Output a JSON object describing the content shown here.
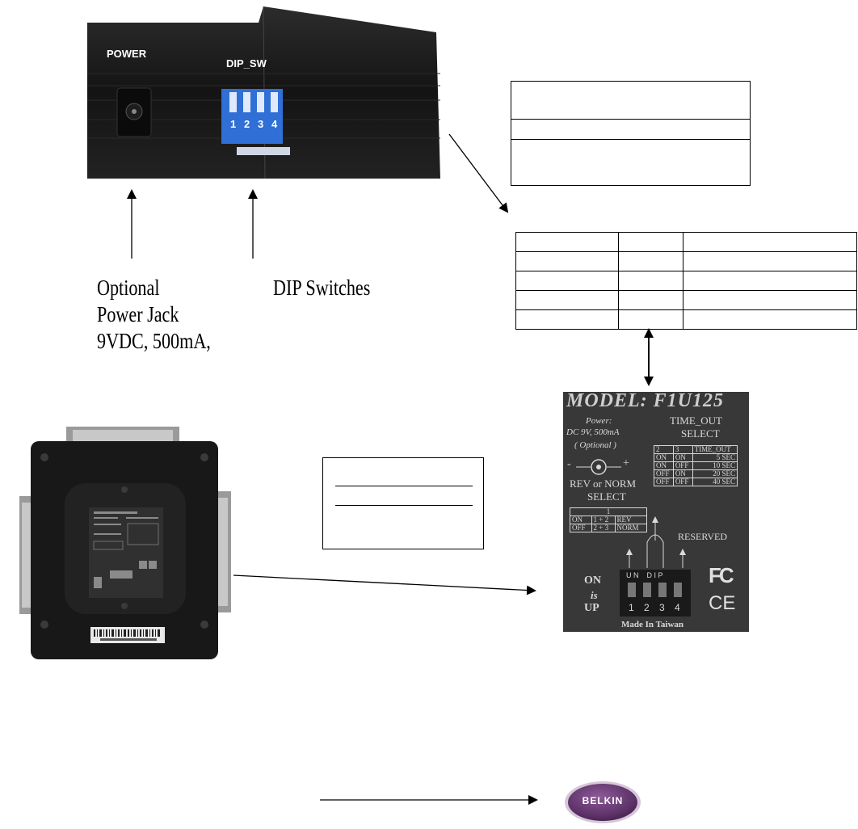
{
  "side_photo": {
    "power_label": "POWER",
    "dip_label": "DIP_SW",
    "switch_numbers": [
      "1",
      "2",
      "3",
      "4"
    ]
  },
  "captions": {
    "power_jack": [
      "Optional",
      "Power Jack",
      "9VDC, 500mA,"
    ],
    "dip_switches": "DIP Switches"
  },
  "label_photo": {
    "model": "MODEL: F1U125",
    "power_title": "Power:",
    "power_spec": "DC 9V, 500mA",
    "optional": "( Optional )",
    "minus": "-",
    "plus": "+",
    "rev_norm": "REV or NORM",
    "select_left": "SELECT",
    "rev_norm_table": {
      "header": "1",
      "rows": [
        [
          "ON",
          "1 + 2",
          "REV"
        ],
        [
          "OFF",
          "2 + 3",
          "NORM"
        ]
      ]
    },
    "time_out": "TIME_OUT",
    "select_right": "SELECT",
    "timeout_table": {
      "header": [
        "2",
        "3",
        "TIME_OUT"
      ],
      "rows": [
        [
          "ON",
          "ON",
          "5 SEC"
        ],
        [
          "ON",
          "OFF",
          "10 SEC"
        ],
        [
          "OFF",
          "ON",
          "20 SEC"
        ],
        [
          "OFF",
          "OFF",
          "40 SEC"
        ]
      ]
    },
    "reserved": "RESERVED",
    "on_is_up": [
      "ON",
      "is",
      "UP"
    ],
    "dip_header": "U N    D I P",
    "dip_numbers": [
      "1",
      "2",
      "3",
      "4"
    ],
    "fcc": "FC",
    "ce": "CE",
    "made_in": "Made In Taiwan"
  },
  "belkin": {
    "logo_text": "BELKIN"
  },
  "colors": {
    "device_body": "#181818",
    "dip_blue": "#2f6fd6",
    "label_bg": "#383838",
    "belkin_purple": "#5b3166"
  }
}
